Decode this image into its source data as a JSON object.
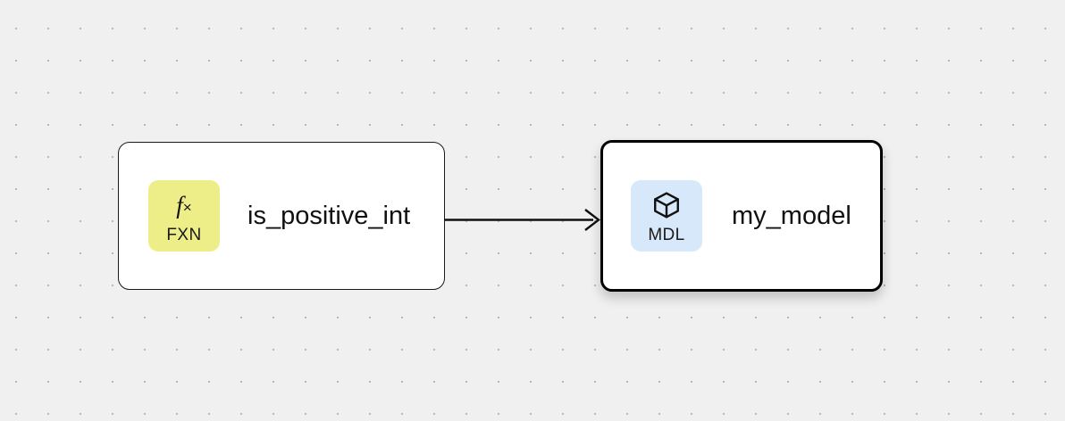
{
  "canvas": {
    "background_color": "#f0f0f0",
    "dot_color": "#b3b3b3",
    "grid_spacing": 36
  },
  "edges": [
    {
      "id": "edge-fxn-to-mdl",
      "from": "is_positive_int",
      "to": "my_model",
      "color": "#111111",
      "arrowhead": "open-chevron"
    }
  ],
  "nodes": [
    {
      "id": "node-is-positive-int",
      "title": "is_positive_int",
      "badge": {
        "abbr": "FXN",
        "glyph": "f",
        "glyph_suffix": "×",
        "icon_name": "function-icon",
        "color": "#eeee89"
      },
      "selected": false
    },
    {
      "id": "node-my-model",
      "title": "my_model",
      "badge": {
        "abbr": "MDL",
        "icon_name": "cube-icon",
        "color": "#d6e8fa"
      },
      "selected": true
    }
  ]
}
